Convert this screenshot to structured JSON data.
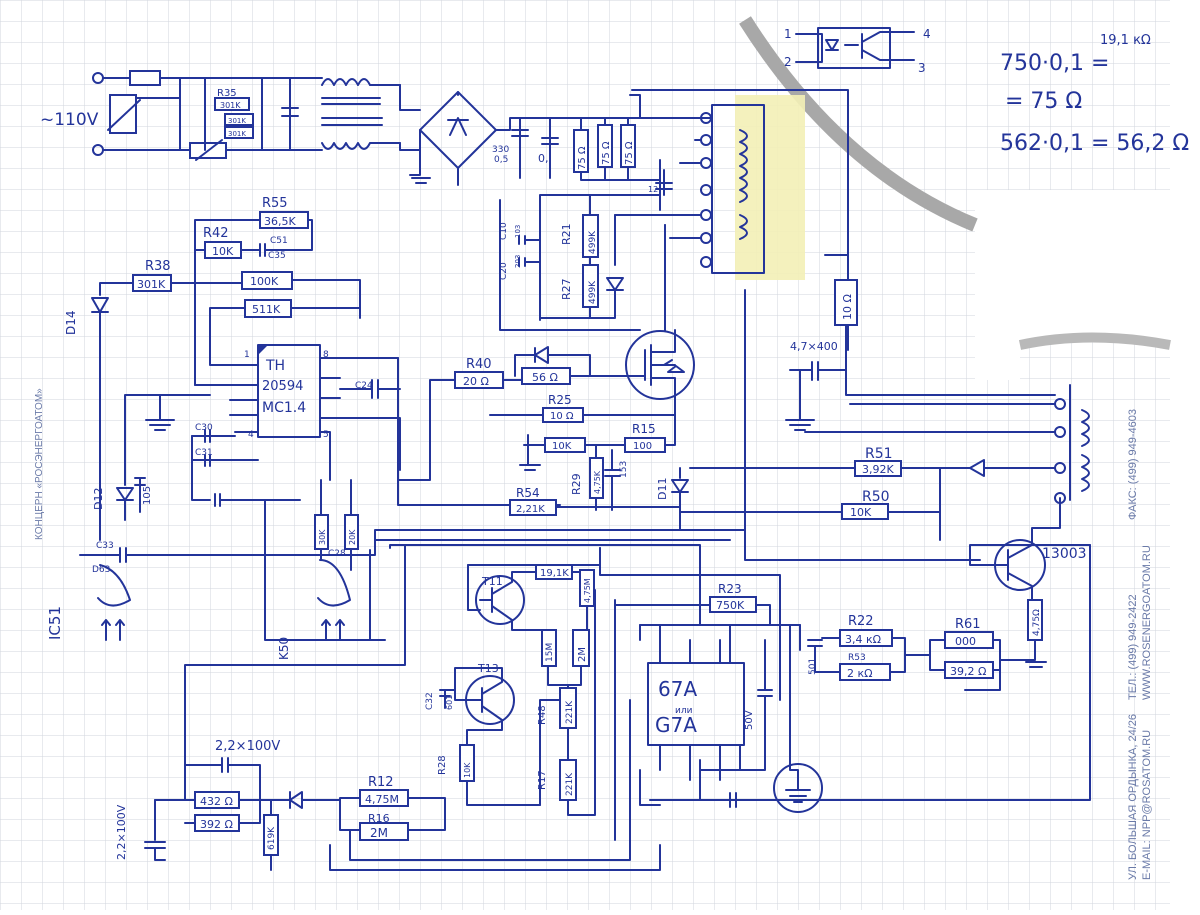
{
  "supply": {
    "voltage": "~110V"
  },
  "notes": {
    "note1": "750·0,1 =",
    "note1_result": "19,1 кΩ",
    "note2": "= 75 Ω",
    "note3": "562·0,1 = 56,2 Ω"
  },
  "optocoupler": {
    "pin1": "1",
    "pin2": "2",
    "pin3": "3",
    "pin4": "4"
  },
  "input_filter": {
    "r35": "R35",
    "r35_value": "301K",
    "r35b": "301K",
    "r35c": "301K"
  },
  "bulk_caps": {
    "c1": "330",
    "c1b": "0,5",
    "c2": "0,",
    "r_75a": "75 Ω",
    "r_75b": "75 Ω",
    "r_75c": "75 Ω"
  },
  "snubber": {
    "c10": "C10",
    "c10_val": "103",
    "c20": "C20",
    "c20_val": "203",
    "r21": "R21",
    "r21_val": "499K",
    "r27": "R27",
    "r27_val": "499K",
    "cap12": "12"
  },
  "controller": {
    "r55": "R55",
    "r55_val": "36,5K",
    "r42": "R42",
    "r42_val": "10K",
    "c51": "C51",
    "c35": "C35",
    "r38": "R38",
    "r38_val": "301K",
    "r_100k": "100K",
    "r_511k": "511K",
    "ic_line1": "TH",
    "ic_line2": "20594",
    "ic_line3": "MC1.4",
    "pin1": "1",
    "pin4": "4",
    "pin5": "5",
    "pin8": "8",
    "c24": "C24",
    "c30": "C30",
    "c31": "C31",
    "d14": "D14"
  },
  "gate": {
    "r40": "R40",
    "r40_val": "20 Ω",
    "r_56": "56 Ω",
    "r25": "R25",
    "r25_val": "10 Ω",
    "r_10k": "10K",
    "r15": "R15",
    "r15_val": "100",
    "r29": "R29",
    "r29_val": "4,75K",
    "c_153": "153",
    "r54": "R54",
    "r54_val": "2,21K"
  },
  "output": {
    "cap": "4,7×400",
    "r_10": "10 Ω",
    "r51": "R51",
    "r51_val": "3,92K",
    "r50": "R50",
    "r50_val": "10K",
    "d11": "D11",
    "transistor": "13003"
  },
  "lower_left": {
    "d12": "D12",
    "c105": "105",
    "c33": "C33",
    "ic51": "IC51",
    "d63": "D63",
    "k50": "K50",
    "c28": "C28",
    "r_20k": "20K",
    "r_30k": "30K",
    "c_22": "2,2×100V",
    "c_22v": "2,2×100V",
    "r_432": "432 Ω",
    "r_392": "392 Ω",
    "r_619k": "619K"
  },
  "transistors": {
    "t11": "T11",
    "t13": "T13",
    "c32": "C32",
    "c_601": "601",
    "r28": "R28",
    "r28_val": "10K",
    "r_191": "19,1K",
    "r_475m": "4,75M",
    "r_15m": "15M",
    "r_2m": "2M",
    "r48": "R48",
    "r48_val": "221K",
    "r17": "R17",
    "r17_val": "221K",
    "r12": "R12",
    "r12_val": "4,75M",
    "r16": "R16",
    "r16_val": "2M"
  },
  "ic2": {
    "line1": "67A",
    "line2": "или",
    "line3": "G7A",
    "r23": "R23",
    "r23_val": "750K",
    "c_50": "50V",
    "r22": "R22",
    "r22_val": "3,4 кΩ",
    "r53": "R53",
    "r53_val": "2 кΩ",
    "r61": "R61",
    "r61_val": "000",
    "r_392": "39,2 Ω",
    "r_475": "4,75Ω",
    "c_501": "501"
  },
  "paper": {
    "company": "КОНЦЕРН «РОСЭНЕРГОАТОМ»",
    "address1": "УЛ. БОЛЬШАЯ ОРДЫНКА, 24/26",
    "address2": "E-MAIL: NPP@ROSATOM.RU",
    "phone": "ТЕЛ.: (499) 949-2422",
    "web": "WWW.ROSENERGOATOM.RU",
    "fax": "ФАКС: (499) 949-4603"
  },
  "colors": {
    "ink": "#23349a",
    "grid": "#d2d6de",
    "paper_band": "#a8a8a8",
    "marker": "#f3efb6"
  }
}
